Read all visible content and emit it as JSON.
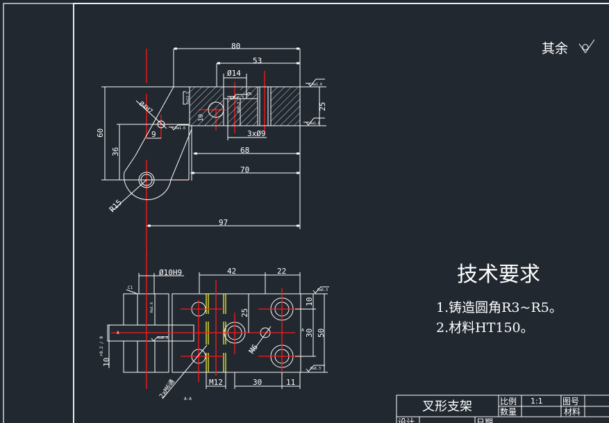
{
  "drawing": {
    "title_block": {
      "part_name": "叉形支架",
      "scale_label": "比例",
      "scale_value": "1:1",
      "drawing_no_label": "图号",
      "drawing_no_value": "",
      "quantity_label": "数量",
      "quantity_value": "",
      "material_label": "材料",
      "material_value": "",
      "designer_label": "设计",
      "date_label": "日期"
    },
    "surface_roughness_note": {
      "label": "其余",
      "symbol": "roughness-symbol"
    },
    "technical_requirements": {
      "title": "技术要求",
      "items": [
        "1.铸造圆角R3~R5。",
        "2.材料HT150。"
      ]
    },
    "top_view": {
      "dimensions": {
        "overall_width": "80",
        "hole_offset": "53",
        "counterbore_dia": "Ø14",
        "bore_dia": "Ø4H7",
        "offset_9a": "9",
        "height_60": "60",
        "height_36": "36",
        "thickness": "25",
        "holes": "3xØ9",
        "d68": "68",
        "d70": "70",
        "d97": "97",
        "radius": "R15",
        "d9b": "9",
        "d10": "10"
      },
      "roughness": [
        "Ra1.6",
        "Ra6.3",
        "Ra1.6",
        "Ra1.6",
        "Ra6.3",
        "Ra12.5"
      ]
    },
    "section_view": {
      "label": "A-A",
      "section_mark": "A",
      "dimensions": {
        "pin_bore": "Ø10H9",
        "d42": "42",
        "d22": "22",
        "d25": "25",
        "d10": "10",
        "d30v": "30",
        "d50": "50",
        "slot": "10",
        "slot_tol": "+0.2 / 0",
        "m12": "M12",
        "d30h": "30",
        "d11": "11",
        "m6": "M6",
        "thread_note": "2xM6通"
      },
      "roughness": [
        "Ra1.6",
        "Ra6.3",
        "Ra6.3",
        "Ra6.3"
      ],
      "chamfer": "C1"
    }
  }
}
